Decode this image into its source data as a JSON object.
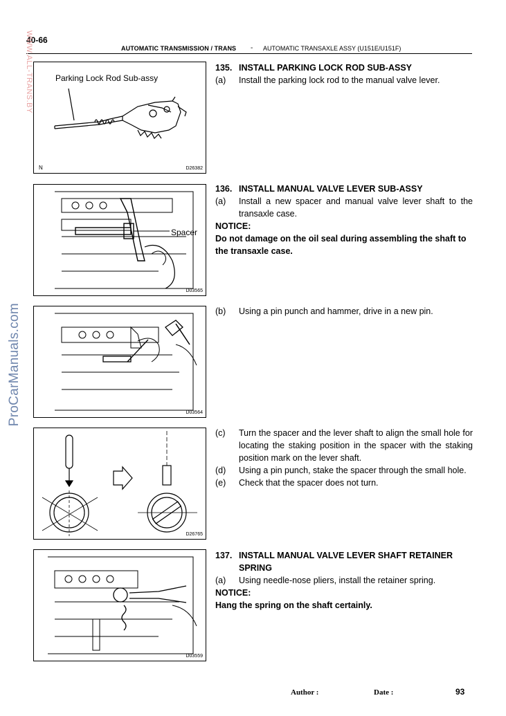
{
  "header": {
    "page_number": "40-66",
    "section": "AUTOMATIC TRANSMISSION / TRANS",
    "separator": "-",
    "subsection": "AUTOMATIC TRANSAXLE ASSY (U151E/U151F)"
  },
  "watermarks": {
    "vertical_small": "WWW.ALL-TRANS.BY",
    "vertical_large": "ProCarManuals.com"
  },
  "figures": [
    {
      "code": "D26382",
      "label": "Parking Lock Rod Sub-assy",
      "corner": "N",
      "icon": "parking-lock-rod-illustration"
    },
    {
      "code": "D03565",
      "label": "Spacer",
      "icon": "manual-valve-lever-spacer-illustration"
    },
    {
      "code": "D03564",
      "icon": "pin-punch-hammer-illustration"
    },
    {
      "code": "D26765",
      "icon": "spacer-staking-illustration"
    },
    {
      "code": "D03559",
      "icon": "retainer-spring-pliers-illustration"
    }
  ],
  "steps": {
    "s135": {
      "heading_num": "135.",
      "heading": "INSTALL PARKING LOCK ROD SUB-ASSY",
      "a_lead": "(a)",
      "a_text": "Install the parking lock rod to the manual valve lever."
    },
    "s136": {
      "heading_num": "136.",
      "heading": "INSTALL MANUAL VALVE LEVER SUB-ASSY",
      "a_lead": "(a)",
      "a_text": "Install a new spacer and manual valve lever shaft to the transaxle case.",
      "notice_label": "NOTICE:",
      "notice_text": "Do not damage on the oil seal during assembling the shaft to the transaxle case.",
      "b_lead": "(b)",
      "b_text": "Using a pin punch and hammer, drive in a new pin.",
      "c_lead": "(c)",
      "c_text": "Turn the spacer and the lever shaft to align the small hole for locating the staking position in the spacer with the staking position mark on the lever shaft.",
      "d_lead": "(d)",
      "d_text": "Using a pin punch, stake the spacer through the small hole.",
      "e_lead": "(e)",
      "e_text": "Check that the spacer does not turn."
    },
    "s137": {
      "heading_num": "137.",
      "heading": "INSTALL MANUAL VALVE LEVER SHAFT RETAINER SPRING",
      "a_lead": "(a)",
      "a_text": "Using needle-nose pliers, install the retainer spring.",
      "notice_label": "NOTICE:",
      "notice_text": "Hang the spring on the shaft certainly."
    }
  },
  "footer": {
    "author_label": "Author :",
    "date_label": "Date :",
    "page": "93"
  }
}
